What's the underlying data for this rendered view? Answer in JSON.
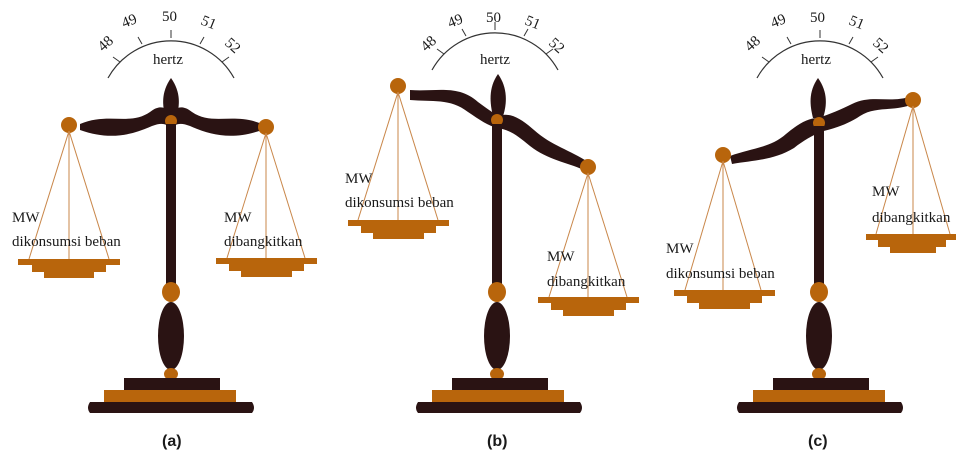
{
  "colors": {
    "beam": "#2a1313",
    "gold": "#b8650c",
    "string": "#c9874a",
    "text": "#1a1a1a",
    "gauge": "#333333"
  },
  "gauge": {
    "ticks": [
      "48",
      "49",
      "50",
      "51",
      "52"
    ],
    "unit": "hertz"
  },
  "scales": [
    {
      "caption": "(a)",
      "tilt_state": "balanced",
      "consumed_label": [
        "MW",
        "dikonsumsi beban"
      ],
      "generated_label": [
        "MW",
        "dibangkitkan"
      ]
    },
    {
      "caption": "(b)",
      "tilt_state": "consumption-lower",
      "consumed_label": [
        "MW",
        "dikonsumsi beban"
      ],
      "generated_label": [
        "MW",
        "dibangkitkan"
      ]
    },
    {
      "caption": "(c)",
      "tilt_state": "generation-lower",
      "consumed_label": [
        "MW",
        "dikonsumsi beban"
      ],
      "generated_label": [
        "MW",
        "dibangkitkan"
      ]
    }
  ]
}
